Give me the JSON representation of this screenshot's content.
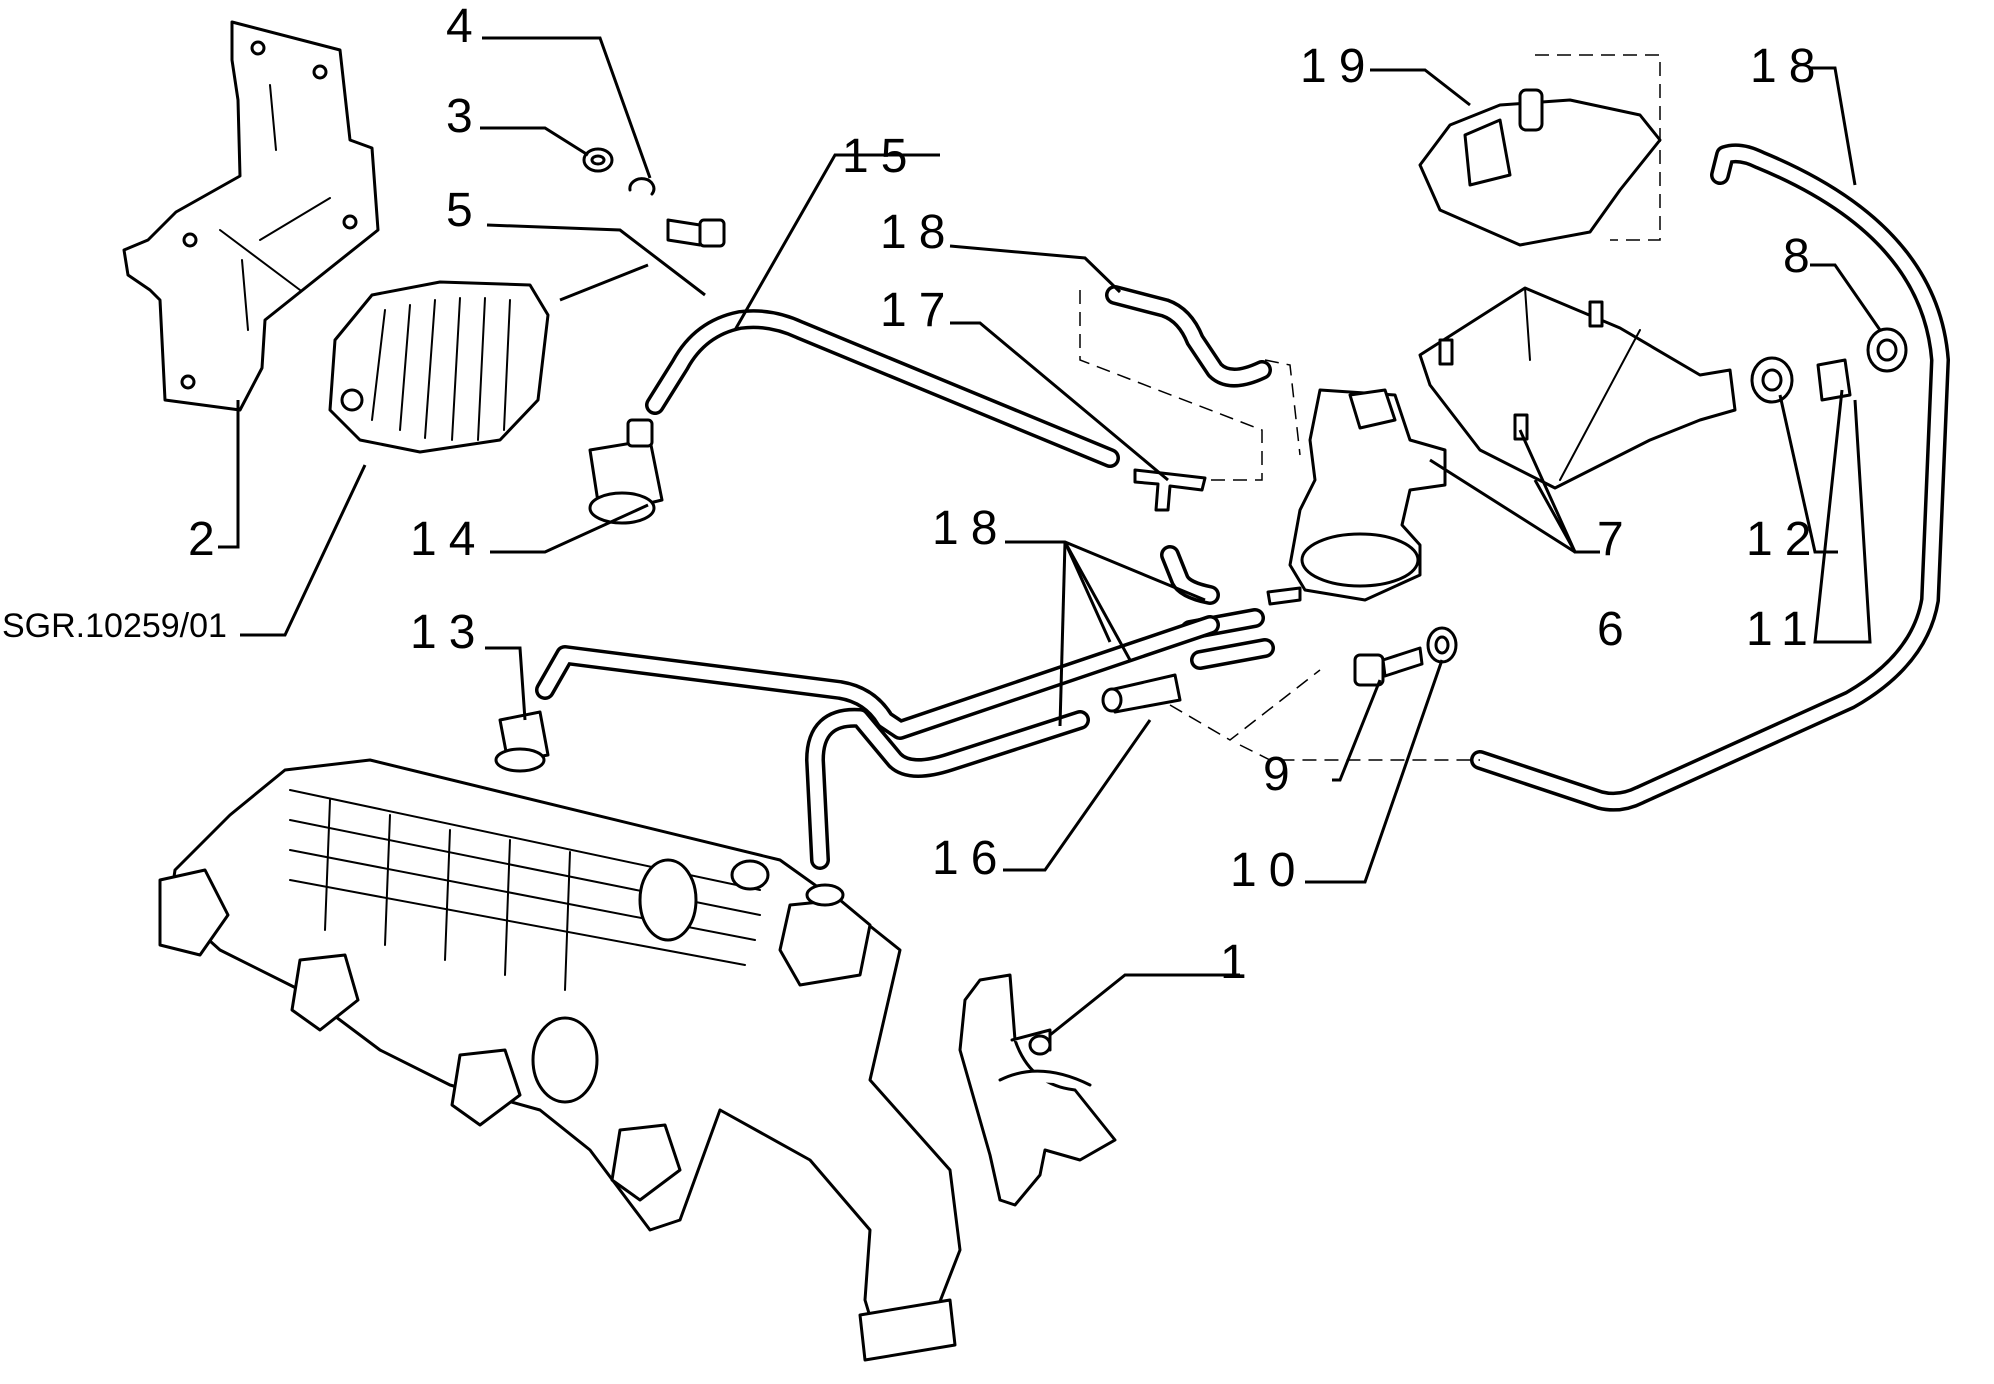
{
  "reference_code": "SGR.10259/01",
  "callouts": {
    "c1": "1",
    "c2": "2",
    "c3": "3",
    "c4": "4",
    "c5": "5",
    "c6": "6",
    "c7": "7",
    "c8": "8",
    "c9": "9",
    "c10": "10",
    "c11": "11",
    "c12": "12",
    "c13": "13",
    "c14": "14",
    "c15": "15",
    "c16": "16",
    "c17": "17",
    "c18a": "18",
    "c18b": "18",
    "c18c": "18",
    "c19": "19"
  }
}
